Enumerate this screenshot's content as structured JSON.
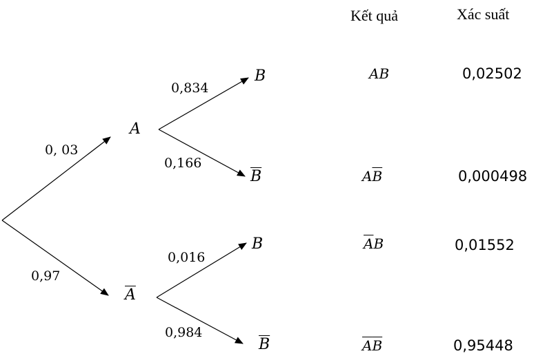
{
  "headers": {
    "result": "Kết quả",
    "probability": "Xác suất"
  },
  "nodes": {
    "a": "A",
    "a_bar": "A",
    "b_upper": "B",
    "b_bar_upper": "B",
    "b_lower": "B",
    "b_bar_lower": "B"
  },
  "edge_probs": {
    "root_to_a": "0, 03",
    "root_to_a_bar": "0,97",
    "a_to_b": "0,834",
    "a_to_b_bar": "0,166",
    "a_bar_to_b": "0,016",
    "a_bar_to_b_bar": "0,984"
  },
  "outcomes": [
    {
      "first": "A",
      "first_bar": false,
      "second": "B",
      "second_bar": false,
      "probability": "0,02502"
    },
    {
      "first": "A",
      "first_bar": false,
      "second": "B",
      "second_bar": true,
      "probability": "0,000498"
    },
    {
      "first": "A",
      "first_bar": true,
      "second": "B",
      "second_bar": false,
      "probability": "0,01552"
    },
    {
      "first": "A",
      "first_bar": true,
      "second": "B",
      "second_bar": true,
      "probability": "0,95448"
    }
  ]
}
